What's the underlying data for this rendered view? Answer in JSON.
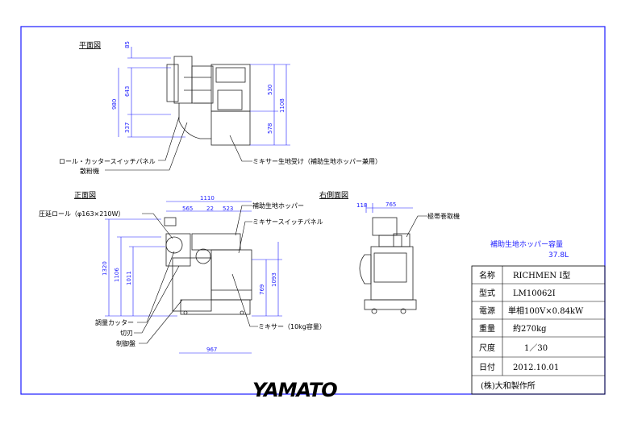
{
  "views": {
    "plan": "平面図",
    "front": "正面図",
    "side": "右側面図"
  },
  "plan_dims": {
    "d85": "85",
    "d643": "643",
    "d980": "980",
    "d337": "337",
    "d530": "530",
    "d1108": "1108",
    "d578": "578"
  },
  "front_dims": {
    "d1110": "1110",
    "d565": "565",
    "d22": "22",
    "d523": "523",
    "d1320": "1320",
    "d1106": "1106",
    "d1011": "1011",
    "d769": "769",
    "d1093": "1093",
    "d967": "967"
  },
  "side_dims": {
    "d118": "118",
    "d765": "765"
  },
  "labels": {
    "roll_cutter_switch": "ロール・カッタースイッチパネル",
    "duster": "散粉機",
    "mixer_receiver": "ミキサー生地受け（補助生地ホッパー兼用）",
    "pressing_roll": "圧延ロール（φ163×210W）",
    "aux_hopper": "補助生地ホッパー",
    "mixer_switch": "ミキサースイッチパネル",
    "measure_cutter": "調量カッター",
    "cutter_blade": "切刃",
    "control_panel": "制御盤",
    "mixer": "ミキサー（10kg容量）",
    "belt_winder": "極帯巻取機",
    "hopper_capacity_label": "補助生地ホッパー容量",
    "hopper_capacity_value": "37.8L"
  },
  "title_block": {
    "rows": [
      {
        "key": "名称",
        "value": "RICHMEN I型"
      },
      {
        "key": "型式",
        "value": "LM10062I"
      },
      {
        "key": "電源",
        "value": "単相100V×0.84kW"
      },
      {
        "key": "重量",
        "value": "約270kg"
      },
      {
        "key": "尺度",
        "value": "1／30"
      },
      {
        "key": "日付",
        "value": "2012.10.01"
      }
    ],
    "company": "(株)大和製作所"
  },
  "logo": "YAMATO",
  "colors": {
    "border": "#1a1aff",
    "dimension": "#1a1aff",
    "line": "#222222"
  }
}
